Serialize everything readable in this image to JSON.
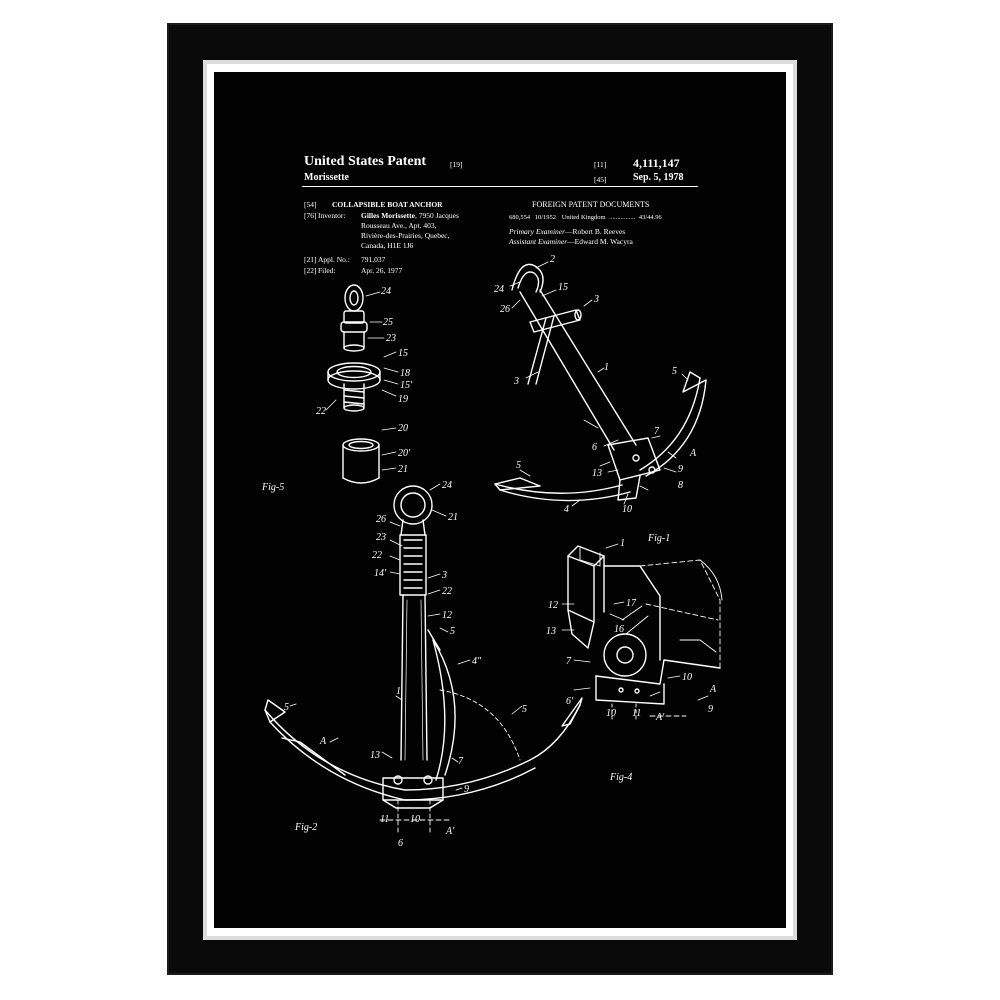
{
  "patent": {
    "title": "United States Patent",
    "title_code": "[19]",
    "inventor_surname": "Morissette",
    "number_code": "[11]",
    "number": "4,111,147",
    "date_code": "[45]",
    "date": "Sep. 5, 1978"
  },
  "left_column": {
    "title_code": "[54]",
    "invention_title": "COLLAPSIBLE BOAT ANCHOR",
    "inventor_code": "[76]",
    "inventor_label": "Inventor:",
    "inventor_name": "Gilles Morissette",
    "inventor_addr_1": ", 7950 Jacques",
    "inventor_addr_2": "Rousseau Ave., Apt. 403,",
    "inventor_addr_3": "Rivière-des-Prairies, Quebec,",
    "inventor_addr_4": "Canada, H1E 1J6",
    "appl_code": "[21]",
    "appl_label": "Appl. No.:",
    "appl_value": "791,037",
    "filed_code": "[22]",
    "filed_label": "Filed:",
    "filed_value": "Apr. 26, 1977"
  },
  "right_column": {
    "foreign_heading": "FOREIGN PATENT DOCUMENTS",
    "foreign_number": "680,554",
    "foreign_date": "10/1952",
    "foreign_country": "United Kingdom",
    "foreign_dots": "................",
    "foreign_class": "43/44.96",
    "primary_label": "Primary Examiner",
    "primary_name": "—Robert B. Reeves",
    "assistant_label": "Assistant Examiner",
    "assistant_name": "—Edward M. Wacyra"
  },
  "figures": {
    "fig5": "Fig-5",
    "fig1": "Fig-1",
    "fig2": "Fig-2",
    "fig4": "Fig-4"
  },
  "labels": {
    "fig5": [
      "24",
      "25",
      "23",
      "15",
      "18",
      "15'",
      "19",
      "22",
      "20",
      "20'",
      "21"
    ],
    "fig2": [
      "24",
      "21",
      "26",
      "23",
      "22",
      "14'",
      "3",
      "22",
      "12",
      "5",
      "4\"",
      "5",
      "5",
      "A",
      "1",
      "13",
      "7",
      "9",
      "11",
      "10",
      "A'",
      "6"
    ],
    "fig1": [
      "2",
      "24",
      "15",
      "26",
      "3",
      "3",
      "1",
      "5",
      "A",
      "6",
      "13",
      "7",
      "9",
      "5",
      "4",
      "8",
      "10"
    ],
    "fig4": [
      "1",
      "12",
      "13",
      "16",
      "17",
      "7",
      "6'",
      "10",
      "11",
      "10",
      "A",
      "A'",
      "9"
    ]
  },
  "colors": {
    "frame": "#0a0a0a",
    "mat": "#ffffff",
    "poster": "#020202",
    "ink": "#ffffff"
  }
}
